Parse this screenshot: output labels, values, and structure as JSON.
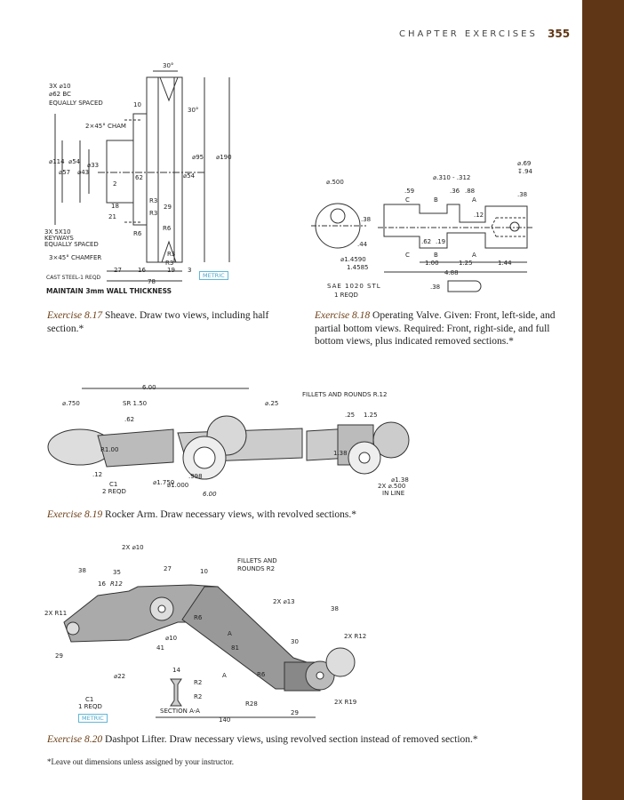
{
  "header": {
    "title": "CHAPTER EXERCISES",
    "page_number": "355"
  },
  "captions": [
    {
      "number": "Exercise 8.17",
      "text": " Sheave. Draw two views, including half section.*"
    },
    {
      "number": "Exercise 8.18",
      "text": " Operating Valve. Given: Front, left-side, and partial bottom views. Required: Front, right-side, and full bottom views, plus indicated removed sections.*"
    },
    {
      "number": "Exercise 8.19",
      "text": " Rocker Arm. Draw necessary views, with revolved sections.*"
    },
    {
      "number": "Exercise 8.20",
      "text": " Dashpot Lifter. Draw necessary views, using revolved section instead of removed section.*"
    }
  ],
  "footnote": "*Leave out dimensions unless assigned by your instructor.",
  "fig17": {
    "labels": [
      "30°",
      "3X ⌀10",
      "⌀62 BC",
      "EQUALLY SPACED",
      "10",
      "30°",
      "2×45° CHAM",
      "⌀114",
      "⌀54",
      "⌀33",
      "⌀57",
      "⌀43",
      "⌀95",
      "⌀190",
      "⌀54",
      "62",
      "2",
      "18",
      "R3",
      "29",
      "R3",
      "21",
      "R6",
      "R6",
      "3X 5X10",
      "KEYWAYS",
      "EQUALLY SPACED",
      "3×45° CHAMFER",
      "R3",
      "R3",
      "27",
      "16",
      "19",
      "3",
      "CAST STEEL-1 REQD",
      "78"
    ],
    "metric": "METRIC",
    "note": "MAINTAIN 3mm WALL THICKNESS"
  },
  "fig18": {
    "labels": [
      "⌀.500",
      "⌀.310 - .312",
      "⌀.69",
      "↧.94",
      ".59",
      ".36",
      ".88",
      ".38",
      "C",
      "B",
      "A",
      ".12",
      ".38",
      ".44",
      ".62",
      ".19",
      "C",
      "B",
      "A",
      "⌀1.4590",
      "1.4585",
      "1.00",
      "1.25",
      "1.44",
      "4.88",
      "SAE 1020 STL",
      "1 REQD",
      ".38"
    ]
  },
  "fig19": {
    "labels": [
      "6.00",
      "⌀.750",
      "SR 1.50",
      "⌀.25",
      "FILLETS AND ROUNDS R.12",
      ".62",
      ".25",
      "1.25",
      "R1.00",
      "1.38",
      ".12",
      "⌀1.750",
      ".998",
      "⌀1.000",
      "⌀1.38",
      "2X ⌀.500",
      "IN LINE",
      "C1",
      "2 REQD",
      "6.00"
    ]
  },
  "fig20": {
    "labels": [
      "2X ⌀10",
      "38",
      "35",
      "16",
      "R12",
      "27",
      "10",
      "FILLETS AND",
      "ROUNDS R2",
      "2X R11",
      "R6",
      "2X ⌀13",
      "38",
      "2X R12",
      "⌀10",
      "A",
      "29",
      "41",
      "81",
      "30",
      "⌀22",
      "14",
      "R2",
      "R2",
      "A",
      "R6",
      "C1",
      "1 REQD",
      "SECTION A-A",
      "R28",
      "2X R19",
      "29",
      "140"
    ],
    "metric": "METRIC"
  }
}
